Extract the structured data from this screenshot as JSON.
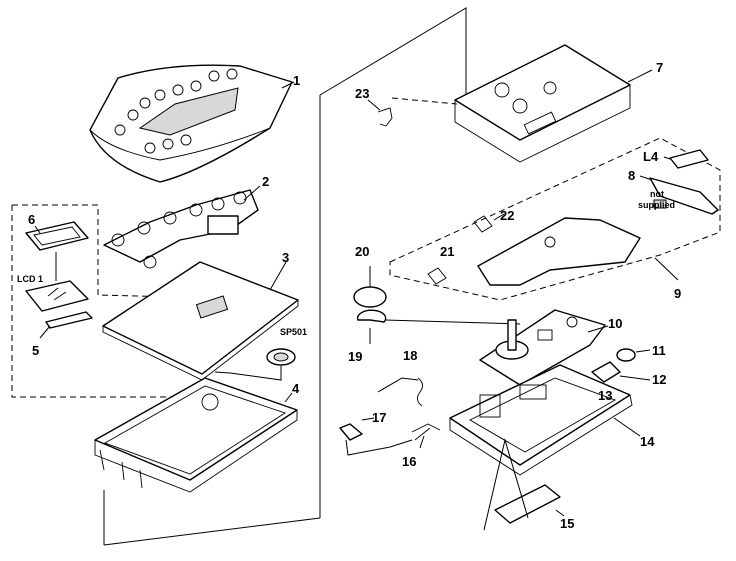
{
  "diagram": {
    "callouts": {
      "c1": "1",
      "c2": "2",
      "c3": "3",
      "c4": "4",
      "c5": "5",
      "c6": "6",
      "c7": "7",
      "c8": "8",
      "c9": "9",
      "c10": "10",
      "c11": "11",
      "c12": "12",
      "c13": "13",
      "c14": "14",
      "c15": "15",
      "c16": "16",
      "c17": "17",
      "c18": "18",
      "c19": "19",
      "c20": "20",
      "c21": "21",
      "c22": "22",
      "c23": "23"
    },
    "labels": {
      "lcd": "LCD 1",
      "sp501": "SP501",
      "l4": "L4",
      "not_supplied_1": "not",
      "not_supplied_2": "supplied"
    }
  }
}
